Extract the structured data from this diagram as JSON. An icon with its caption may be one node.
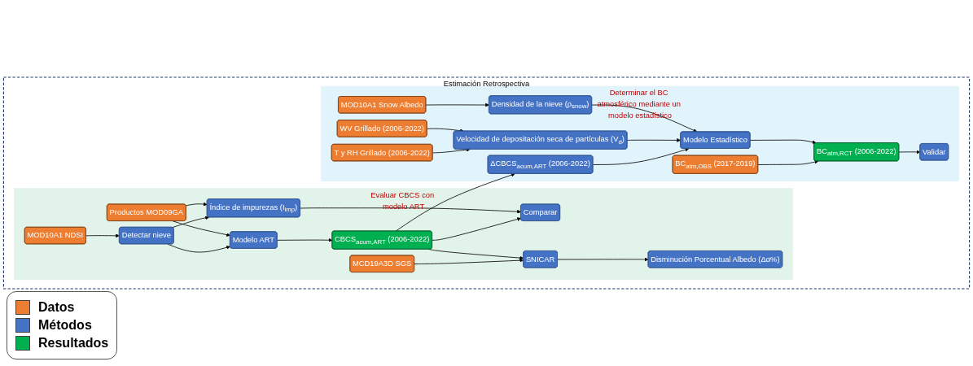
{
  "diagram": {
    "nodes": [
      {
        "text": [
          "Estimación Retrospectiva"
        ]
      },
      {
        "text": [
          "Evaluar CBCS con modelo ART"
        ],
        "in": 0
      },
      {
        "text": [
          "Determinar el BC atmosférico mediante un modelo estadístico"
        ],
        "in": 0
      },
      {
        "text": [
          "MOD10A1 NDSI"
        ],
        "in": 1
      },
      {
        "text": [
          "Productos MOD09GA"
        ],
        "in": 1
      },
      {
        "text": [
          "Detectar nieve"
        ],
        "in": 1
      },
      {
        "text": [
          "Índice de impurezas (I$_{imp}$)"
        ],
        "in": 1
      },
      {
        "text": [
          "Modelo ART"
        ],
        "in": 1
      },
      {
        "text": [
          "Comparar"
        ],
        "in": 1
      },
      {
        "text": [
          "CBCS$_{acum,ART}$ (2006-2022)"
        ],
        "in": 1
      },
      {
        "text": [
          "MCD19A3D SGS"
        ],
        "in": 1
      },
      {
        "text": [
          "SNICAR"
        ],
        "in": 1
      },
      {
        "text": [
          "Disminución Porcentual Albedo (Δα%)"
        ],
        "in": 1
      },
      {
        "text": [
          "MOD10A1 Snow Albedo"
        ],
        "in": 2
      },
      {
        "text": [
          "WV Grillado (2006-2022)"
        ],
        "in": 2
      },
      {
        "text": [
          "T y RH Grillado (2006-2022)"
        ],
        "in": 2
      },
      {
        "text": [
          "Densidad de la nieve (ρ$_{snow}$)"
        ],
        "in": 2
      },
      {
        "text": [
          "Velocidad de depositación seca de partículas (V$_{d}$)"
        ],
        "in": 2
      },
      {
        "text": [
          "BC$_{atm,OBS}$ (2017-2019)"
        ],
        "in": 2
      },
      {
        "text": [
          "ΔCBCS$_{acum,ART}$ (2006-2022)"
        ],
        "in": 2
      },
      {
        "text": [
          "Modelo Estadístico"
        ],
        "in": 2
      },
      {
        "text": [
          "BC$_{atm,RCT}$ (2006-2022)"
        ],
        "in": 2
      },
      {
        "text": [
          "Validar"
        ],
        "in": 2
      }
    ],
    "edges": [
      {
        "from": 3,
        "to": 5,
        "arrow": "to"
      },
      {
        "from": 4,
        "to": 6,
        "arrow": "to"
      },
      {
        "from": 4,
        "to": 7,
        "arrow": "to"
      },
      {
        "from": 5,
        "to": 6,
        "arrow": "to"
      },
      {
        "from": 5,
        "to": 7,
        "arrow": "to"
      },
      {
        "from": 6,
        "to": 8,
        "arrow": "to"
      },
      {
        "from": 7,
        "to": 9,
        "arrow": "to"
      },
      {
        "from": 9,
        "to": 8,
        "arrow": "to"
      },
      {
        "from": 9,
        "to": 11,
        "arrow": "to"
      },
      {
        "from": 10,
        "to": 11,
        "arrow": "to"
      },
      {
        "from": 11,
        "to": 12,
        "arrow": "to"
      },
      {
        "from": 9,
        "to": 19,
        "arrow": "to"
      },
      {
        "from": 13,
        "to": 16,
        "arrow": "to"
      },
      {
        "from": 14,
        "to": 17,
        "arrow": "to"
      },
      {
        "from": 15,
        "to": 17,
        "arrow": "to"
      },
      {
        "from": 16,
        "to": 20,
        "arrow": "to"
      },
      {
        "from": 17,
        "to": 20,
        "arrow": "to"
      },
      {
        "from": 19,
        "to": 20,
        "arrow": "to"
      },
      {
        "from": 20,
        "to": 21,
        "arrow": "to"
      },
      {
        "from": 18,
        "to": 21,
        "arrow": "to"
      },
      {
        "from": 21,
        "to": 22,
        "arrow": "to"
      }
    ],
    "legend": [
      {
        "text": "Datos",
        "color": "#ed7d31"
      },
      {
        "text": "Métodos",
        "color": "#4472c4"
      },
      {
        "text": "Resultados",
        "color": "#00b050"
      }
    ]
  }
}
